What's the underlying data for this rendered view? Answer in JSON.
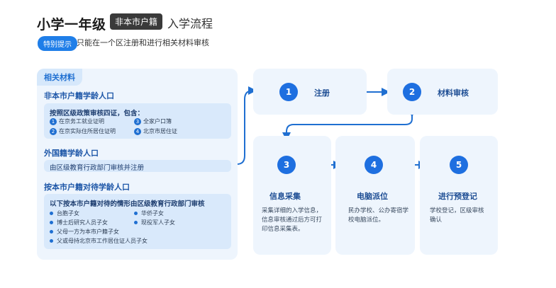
{
  "header": {
    "title": "小学一年级",
    "badge": "非本市户籍",
    "subtitle": "入学流程"
  },
  "tip": {
    "tag": "特别提示",
    "text": "只能在一个区注册和进行相关材料审核"
  },
  "materials": {
    "tag": "相关材料",
    "sections": [
      {
        "title": "非本市户籍学龄人口",
        "heading": "按照区级政策审核四证，包含：",
        "items": [
          "在京务工就业证明",
          "全家户口簿",
          "在京实际住所居住证明",
          "北京市居住证"
        ]
      },
      {
        "title": "外国籍学龄人口",
        "heading": "由区级教育行政部门审核并注册"
      },
      {
        "title": "按本市户籍对待学龄人口",
        "heading": "以下按本市户籍对待的情形由区级教育行政部门审核",
        "items": [
          "台胞子女",
          "华侨子女",
          "博士后研究人员子女",
          "现役军人子女",
          "父母一方为本市户籍子女",
          "父或母持北京市工作居住证人员子女"
        ]
      }
    ]
  },
  "steps": [
    {
      "num": "1",
      "label": "注册"
    },
    {
      "num": "2",
      "label": "材料审核"
    },
    {
      "num": "3",
      "label": "信息采集",
      "desc": "采集详细的入学信息，信息审核通过后方可打印信息采集表。"
    },
    {
      "num": "4",
      "label": "电脑派位",
      "desc": "民办学校、公办寄宿学校电脑派位。"
    },
    {
      "num": "5",
      "label": "进行预登记",
      "desc": "学校登记，区级审核确认"
    }
  ],
  "colors": {
    "accent": "#1e6fe0",
    "panel": "#eef5fd",
    "inner": "#d9e9fb",
    "connector": "#1f6fd1"
  }
}
